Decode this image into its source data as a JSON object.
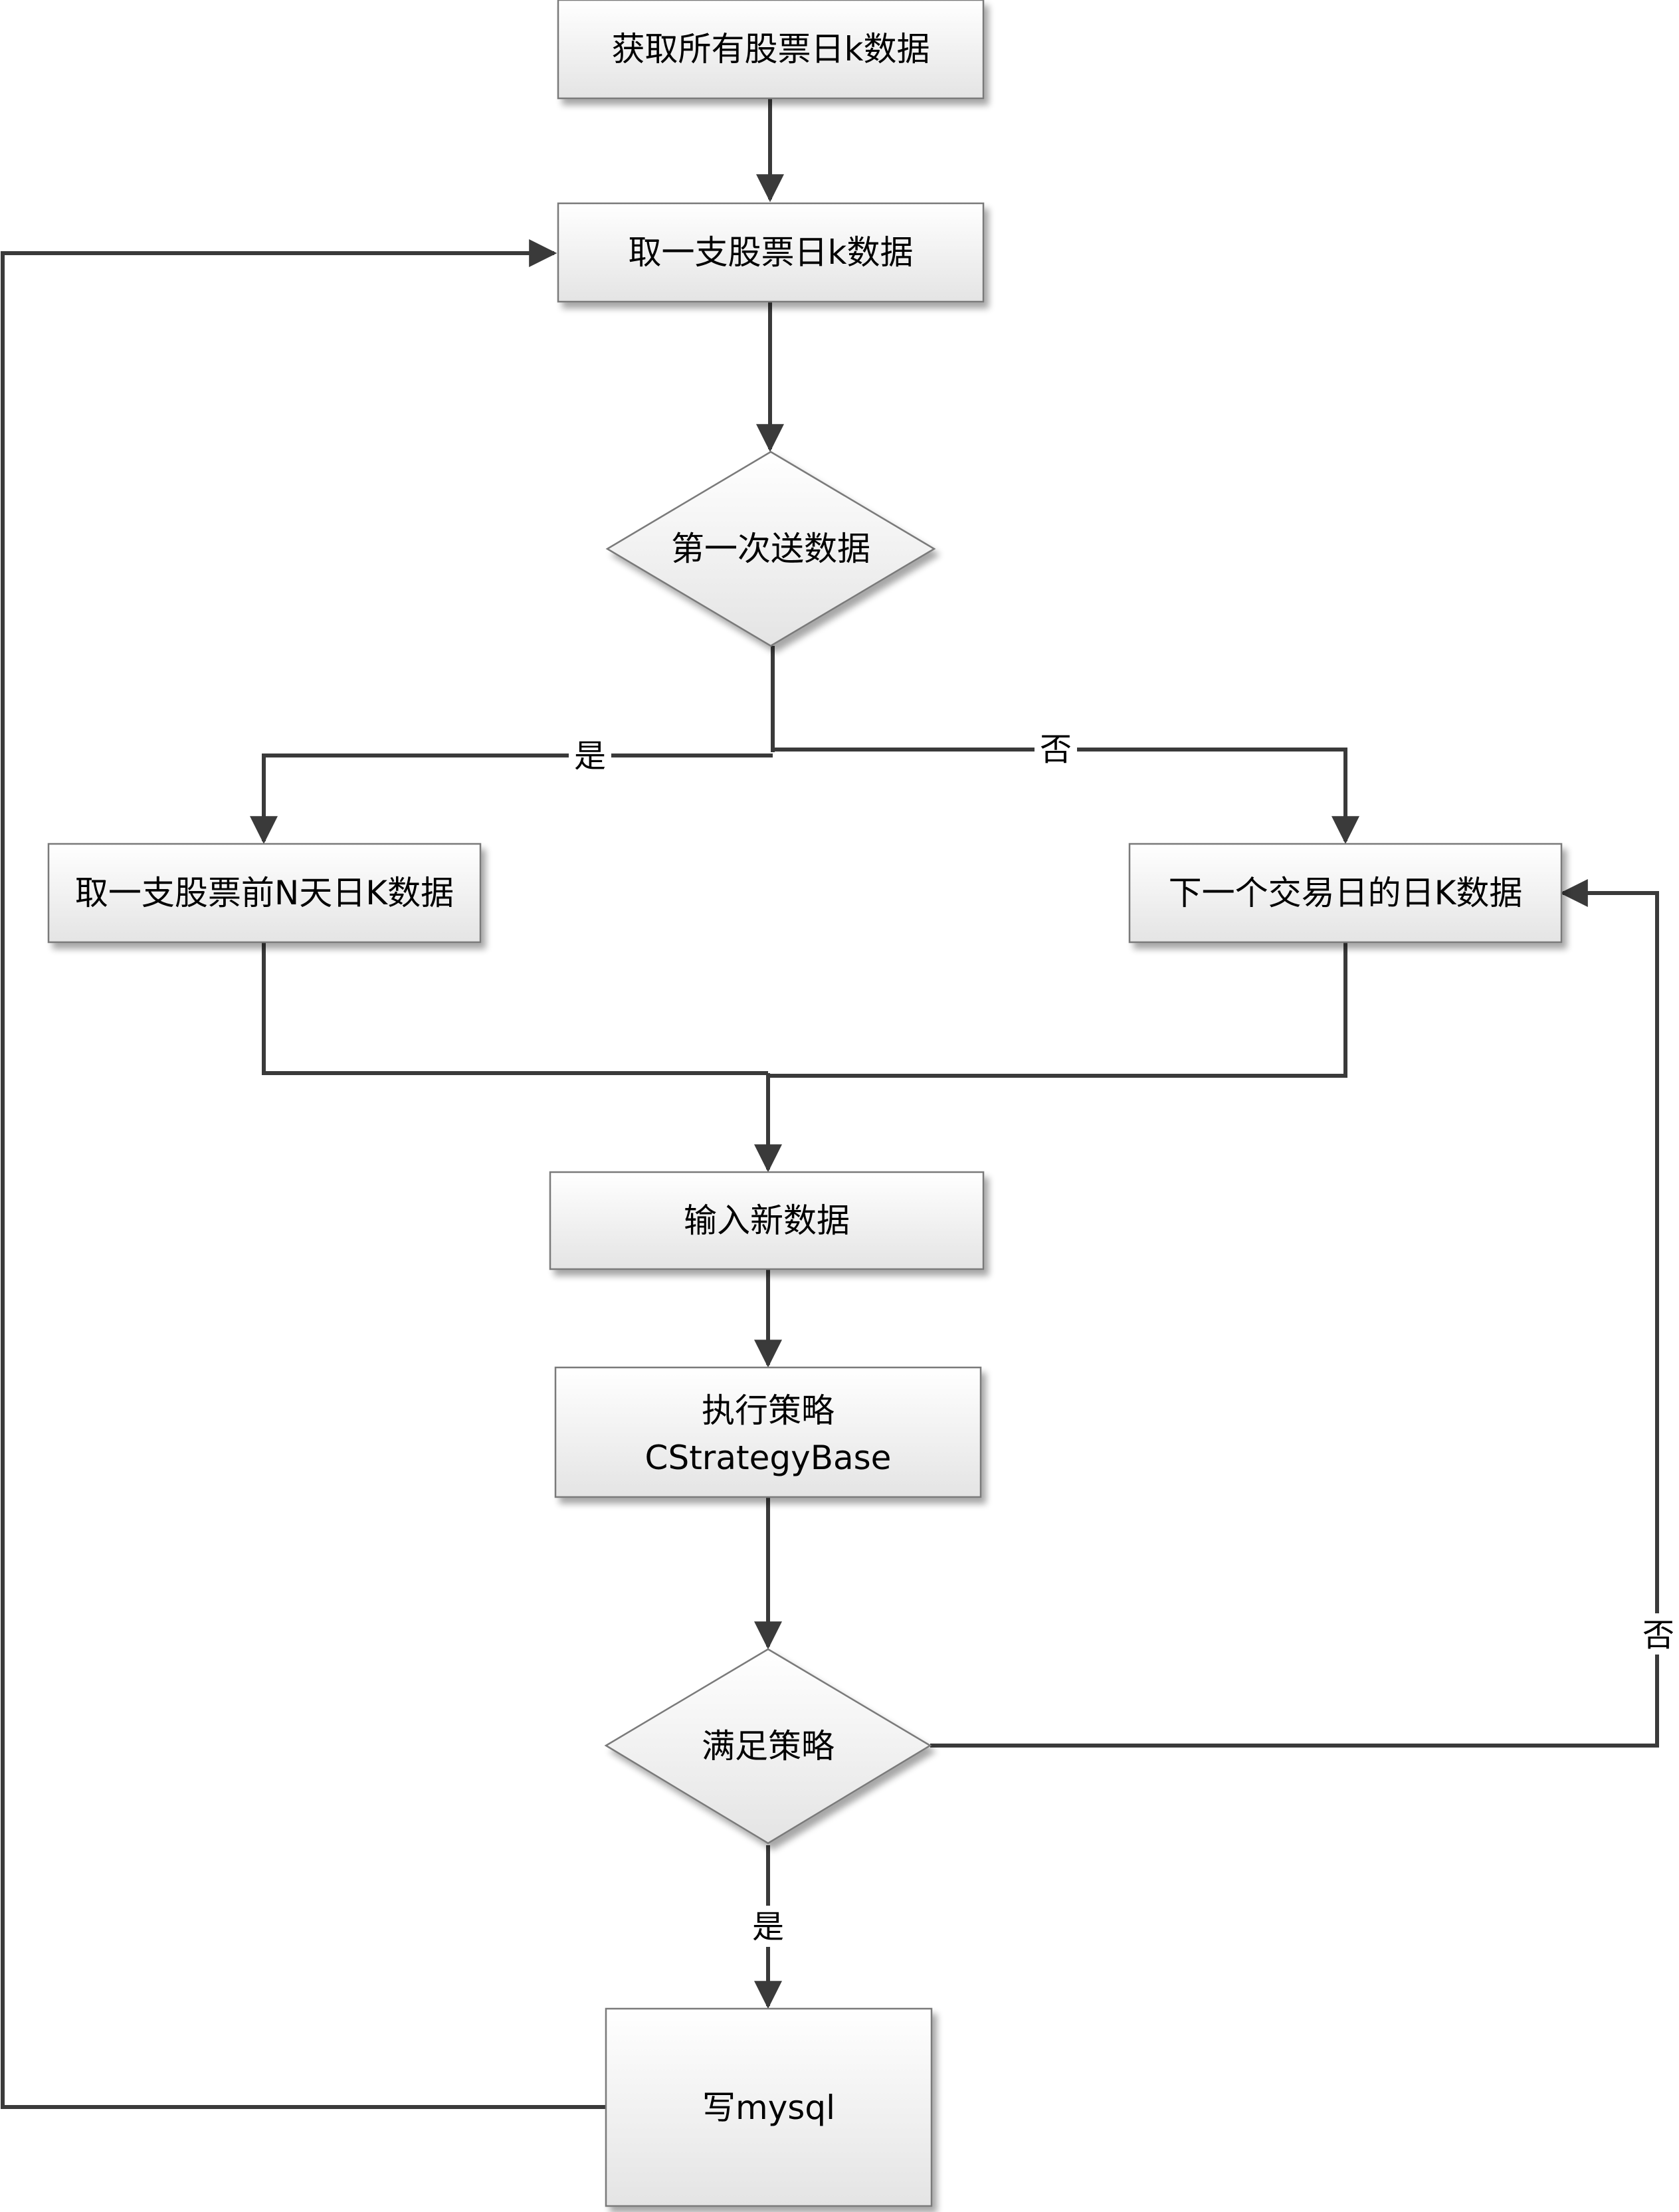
{
  "nodes": {
    "get_all": {
      "label": "获取所有股票日k数据",
      "shape": "process"
    },
    "take_one": {
      "label": "取一支股票日k数据",
      "shape": "process"
    },
    "first_send": {
      "label": "第一次送数据",
      "shape": "decision"
    },
    "take_prev_n": {
      "label": "取一支股票前N天日K数据",
      "shape": "process"
    },
    "next_day": {
      "label": "下一个交易日的日K数据",
      "shape": "process"
    },
    "input_new": {
      "label": "输入新数据",
      "shape": "process"
    },
    "exec_strategy": {
      "label_line1": "执行策略",
      "label_line2": "CStrategyBase",
      "shape": "process"
    },
    "meets_strategy": {
      "label": "满足策略",
      "shape": "decision"
    },
    "write_mysql": {
      "label": "写mysql",
      "shape": "process"
    }
  },
  "edge_labels": {
    "first_yes": "是",
    "first_no": "否",
    "meets_no": "否",
    "meets_yes": "是"
  },
  "colors": {
    "box_fill_top": "#ffffff",
    "box_fill_bottom": "#e6e6e6",
    "box_border": "#7a7a7a",
    "connector": "#3a3a3a",
    "text": "#000000"
  }
}
